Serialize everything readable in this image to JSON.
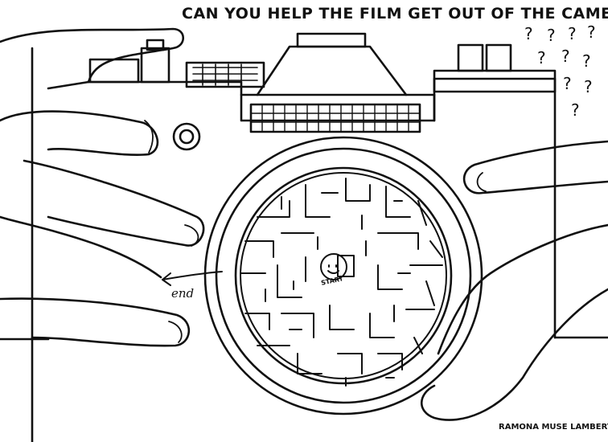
{
  "title": "CAN YOU HELP THE FILM GET OUT OF THE CAMERA?",
  "maze": {
    "start_label": "START",
    "end_label": "end"
  },
  "credit": "RAMONA MUSE LAMBERT",
  "question_mark": "?"
}
